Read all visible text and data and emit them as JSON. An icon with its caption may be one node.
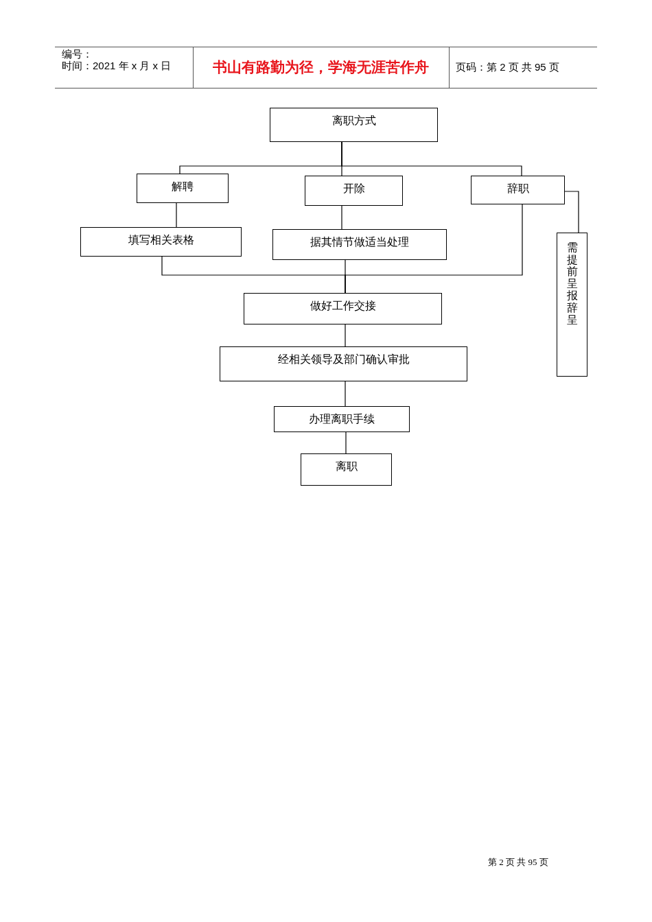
{
  "diagram": {
    "nodes": [
      {
        "text": [
          "离职方式"
        ]
      },
      {
        "text": [
          "解聘"
        ]
      },
      {
        "text": [
          "开除"
        ]
      },
      {
        "text": [
          "辞职"
        ]
      },
      {
        "text": [
          "填写相关表格"
        ]
      },
      {
        "text": [
          "据其情节做适当处理"
        ]
      },
      {
        "text": [
          "需提前呈报辞呈"
        ]
      },
      {
        "text": [
          "做好工作交接"
        ]
      },
      {
        "text": [
          "经相关领导及部门确认审批"
        ]
      },
      {
        "text": [
          "办理离职手续"
        ]
      },
      {
        "text": [
          "离职"
        ]
      }
    ],
    "edges": [
      {
        "from": 0,
        "to": 1,
        "arrow": "none"
      },
      {
        "from": 0,
        "to": 2,
        "arrow": "none"
      },
      {
        "from": 0,
        "to": 3,
        "arrow": "none"
      },
      {
        "from": 1,
        "to": 4,
        "arrow": "none"
      },
      {
        "from": 2,
        "to": 5,
        "arrow": "none"
      },
      {
        "from": 3,
        "to": 6,
        "arrow": "none"
      },
      {
        "from": 4,
        "to": 7,
        "arrow": "none"
      },
      {
        "from": 5,
        "to": 7,
        "arrow": "none"
      },
      {
        "from": 3,
        "to": 7,
        "arrow": "none"
      },
      {
        "from": 7,
        "to": 8,
        "arrow": "none"
      },
      {
        "from": 8,
        "to": 9,
        "arrow": "none"
      },
      {
        "from": 9,
        "to": 10,
        "arrow": "none"
      }
    ],
    "labels": [
      "编号：",
      "时间：2021 年 x 月 x 日",
      "书山有路勤为径，学海无涯苦作舟",
      "页码：第 2 页 共 95 页",
      "第 2 页 共 95 页"
    ]
  }
}
